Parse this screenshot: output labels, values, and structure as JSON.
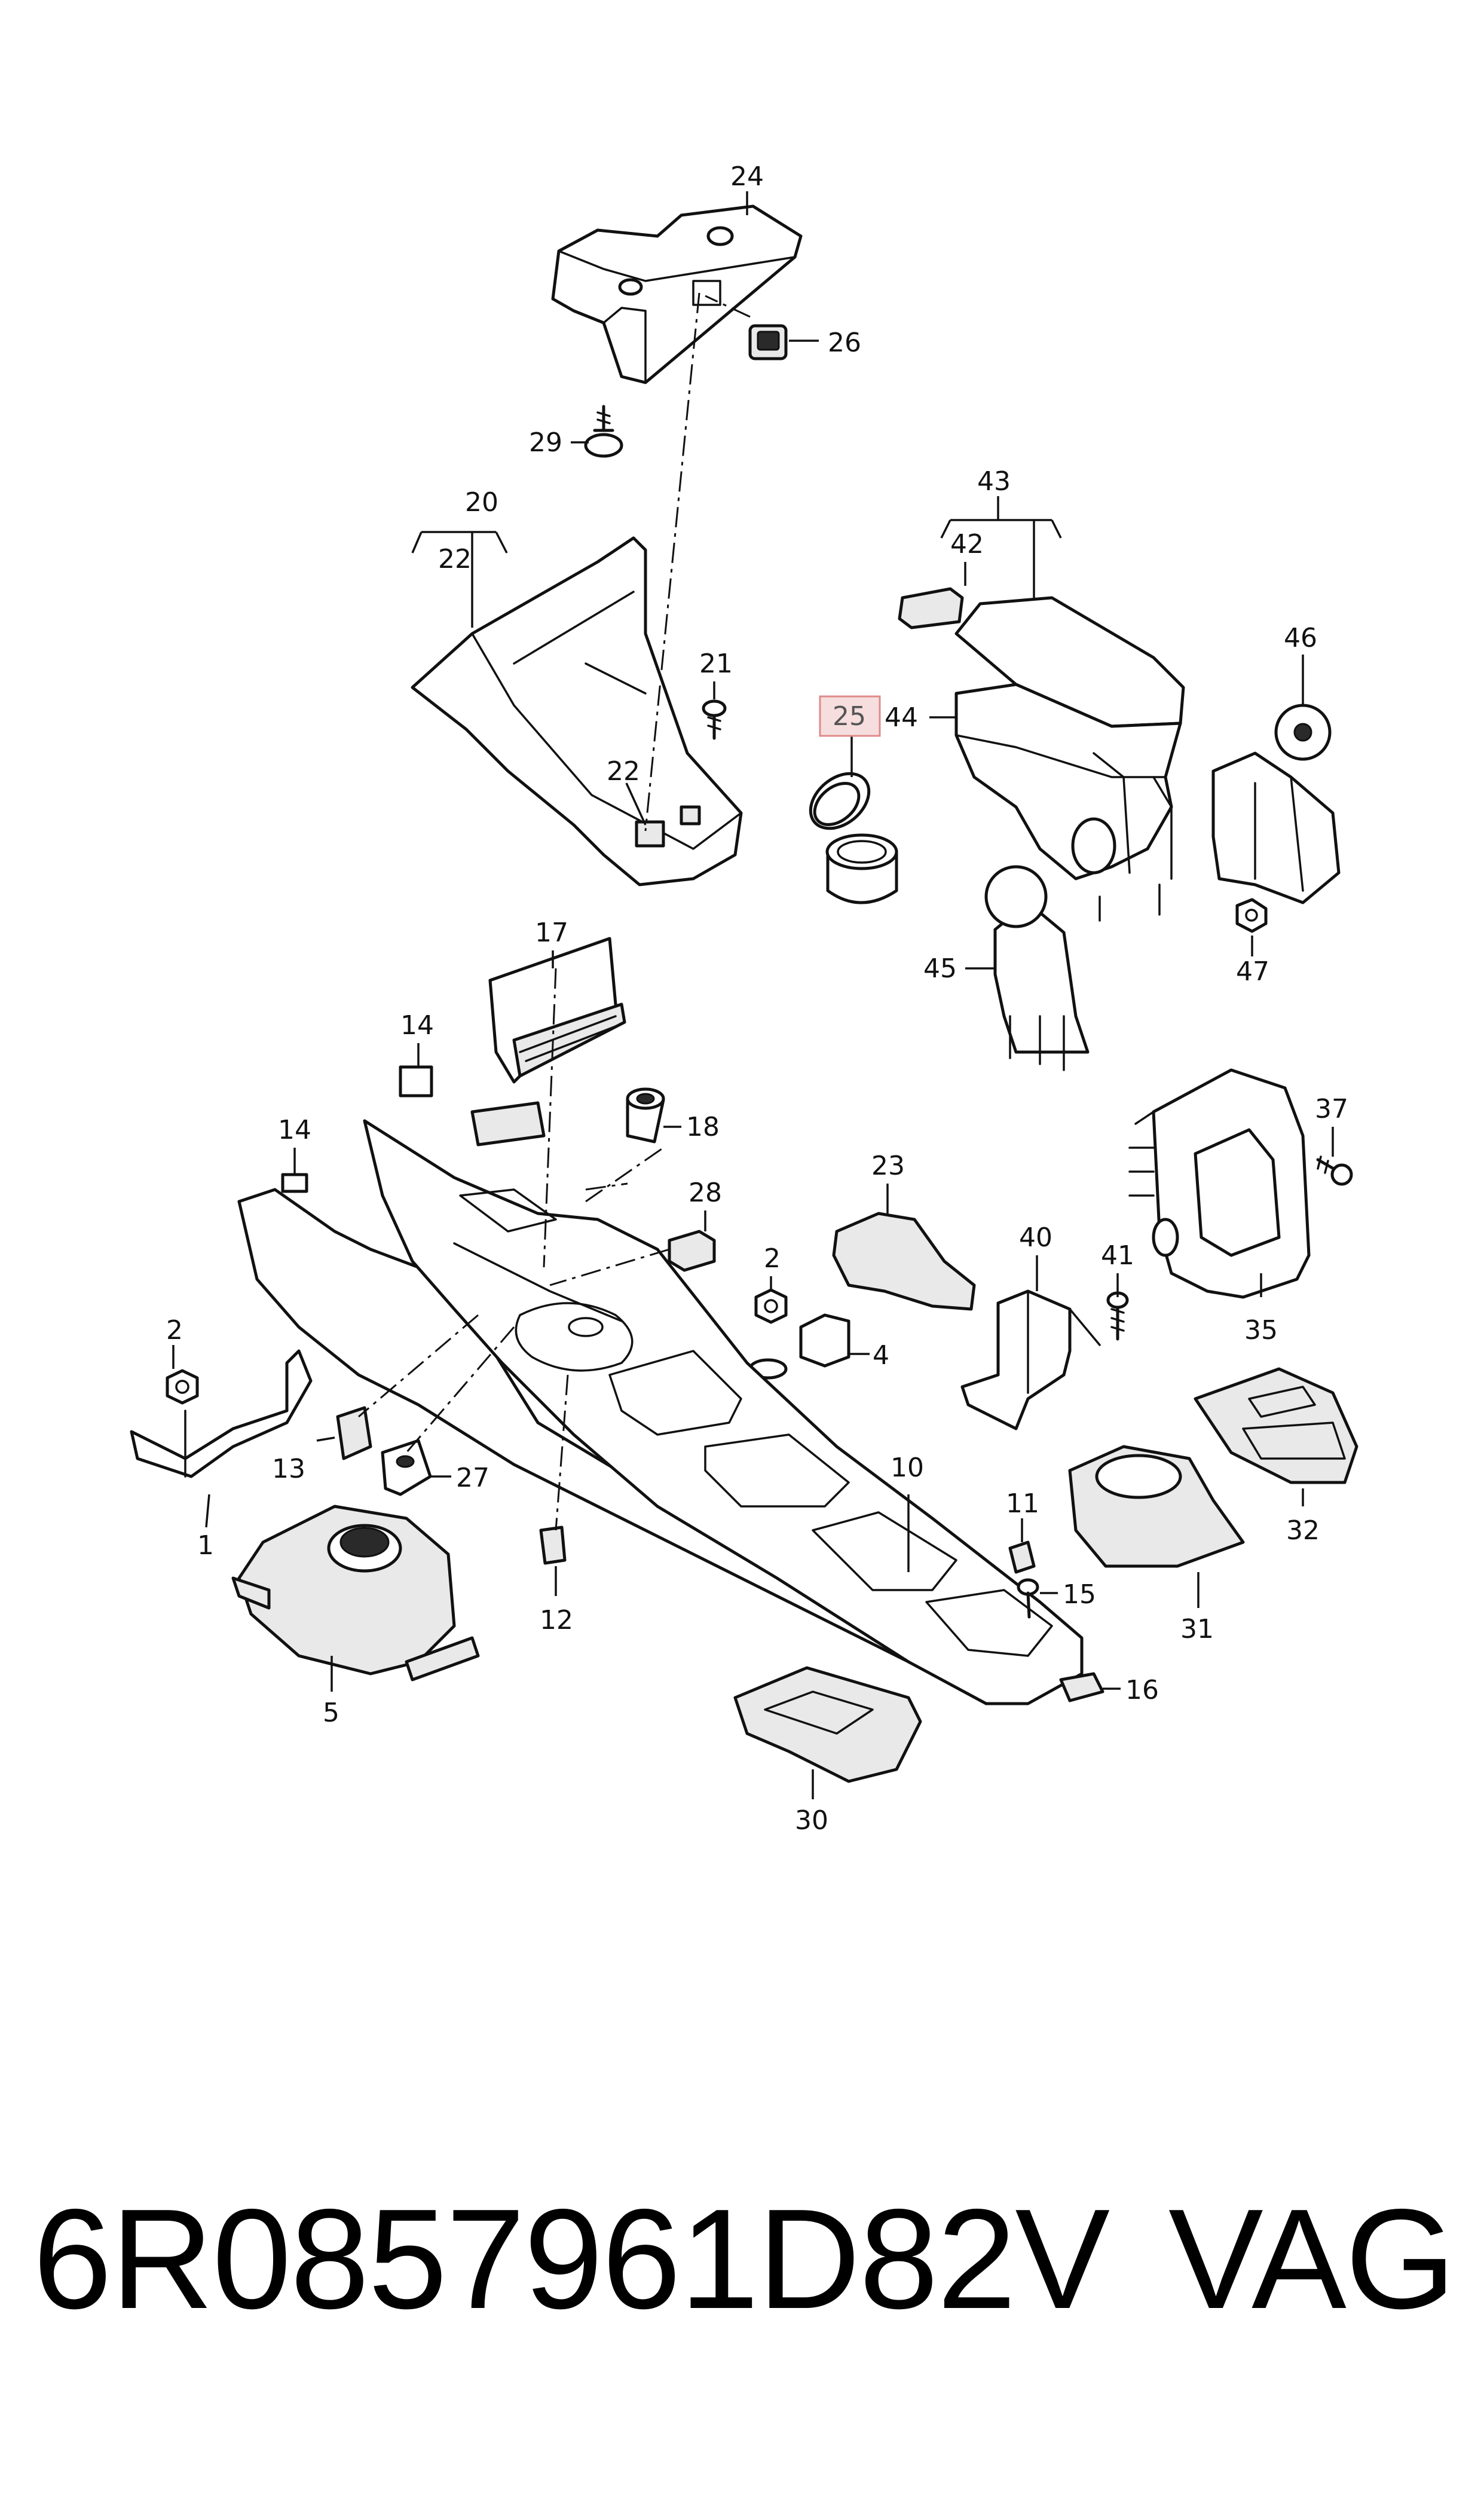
{
  "callouts": [
    {
      "id": "24",
      "label": "24"
    },
    {
      "id": "26",
      "label": "26"
    },
    {
      "id": "29",
      "label": "29"
    },
    {
      "id": "20",
      "label": "20"
    },
    {
      "id": "22a",
      "label": "22"
    },
    {
      "id": "21",
      "label": "21"
    },
    {
      "id": "22b",
      "label": "22"
    },
    {
      "id": "43",
      "label": "43"
    },
    {
      "id": "42",
      "label": "42"
    },
    {
      "id": "46",
      "label": "46"
    },
    {
      "id": "25",
      "label": "25"
    },
    {
      "id": "44",
      "label": "44"
    },
    {
      "id": "45",
      "label": "45"
    },
    {
      "id": "47",
      "label": "47"
    },
    {
      "id": "17",
      "label": "17"
    },
    {
      "id": "14a",
      "label": "14"
    },
    {
      "id": "14b",
      "label": "14"
    },
    {
      "id": "18",
      "label": "18"
    },
    {
      "id": "37",
      "label": "37"
    },
    {
      "id": "23",
      "label": "23"
    },
    {
      "id": "28",
      "label": "28"
    },
    {
      "id": "40",
      "label": "40"
    },
    {
      "id": "41",
      "label": "41"
    },
    {
      "id": "35",
      "label": "35"
    },
    {
      "id": "2a",
      "label": "2"
    },
    {
      "id": "2b",
      "label": "2"
    },
    {
      "id": "4",
      "label": "4"
    },
    {
      "id": "13",
      "label": "13"
    },
    {
      "id": "27",
      "label": "27"
    },
    {
      "id": "1",
      "label": "1"
    },
    {
      "id": "10",
      "label": "10"
    },
    {
      "id": "11",
      "label": "11"
    },
    {
      "id": "32",
      "label": "32"
    },
    {
      "id": "15",
      "label": "15"
    },
    {
      "id": "31",
      "label": "31"
    },
    {
      "id": "12",
      "label": "12"
    },
    {
      "id": "5",
      "label": "5"
    },
    {
      "id": "16",
      "label": "16"
    },
    {
      "id": "30",
      "label": "30"
    }
  ],
  "highlighted_callout": "25",
  "footer": {
    "part_number": "6R0857961D82V",
    "brand": "VAG"
  }
}
